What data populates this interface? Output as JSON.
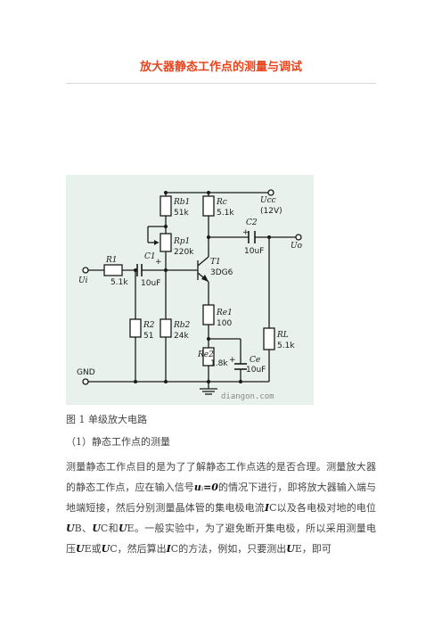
{
  "doc": {
    "title": "放大器静态工作点的测量与调试",
    "caption": "图 1  单级放大电路",
    "section_heading": "（1）静态工作点的测量",
    "paragraph": [
      {
        "t": "测量静态工作点目的是为了了解静态工作点选的是否合理。测量放大器的静态工作点，应在输入信号"
      },
      {
        "v": "u"
      },
      {
        "t": "ᵢ"
      },
      {
        "v": "=0"
      },
      {
        "t": "的情况下进行，即将放大器输入端与地端短接，然后分别测量晶体管的集电极电流"
      },
      {
        "v": "I"
      },
      {
        "t": "C"
      },
      {
        "t": "以及各电极对地的电位"
      },
      {
        "v": "U"
      },
      {
        "t": "B"
      },
      {
        "t": "、"
      },
      {
        "v": "U"
      },
      {
        "t": "C"
      },
      {
        "t": "和"
      },
      {
        "v": "U"
      },
      {
        "t": "E"
      },
      {
        "t": "。一般实验中，为了避免断开集电极，所以采用测量电压"
      },
      {
        "v": "U"
      },
      {
        "t": "E"
      },
      {
        "t": "或"
      },
      {
        "v": "U"
      },
      {
        "t": "C"
      },
      {
        "t": "，然后算出"
      },
      {
        "v": "I"
      },
      {
        "t": "C"
      },
      {
        "t": "的方法，例如，只要测出"
      },
      {
        "v": "U"
      },
      {
        "t": "E"
      },
      {
        "t": "，即可"
      }
    ]
  },
  "circuit": {
    "labels": {
      "rb1_name": "Rb1",
      "rb1_val": "51k",
      "rc_name": "Rc",
      "rc_val": "5.1k",
      "ucc_name": "Ucc",
      "ucc_val": "(12V)",
      "c2_name": "C2",
      "c2_val": "10uF",
      "rp1_name": "Rp1",
      "rp1_val": "220k",
      "t1_name": "T1",
      "t1_val": "3DG6",
      "c1_name": "C1",
      "c1_val": "10uF",
      "r1_name": "R1",
      "r1_val": "5.1k",
      "ui": "Ui",
      "uo": "Uo",
      "r2_name": "R2",
      "r2_val": "51",
      "rb2_name": "Rb2",
      "rb2_val": "24k",
      "re1_name": "Re1",
      "re1_val": "100",
      "re2_name": "Re2",
      "re2_val": "1.8k",
      "ce_name": "Ce",
      "ce_val": "10uF",
      "rl_name": "RL",
      "rl_val": "5.1k",
      "gnd": "GND",
      "watermark": "diangon.com"
    },
    "colors": {
      "wire": "#1a1a1a",
      "background": "#e9f1ec"
    }
  }
}
